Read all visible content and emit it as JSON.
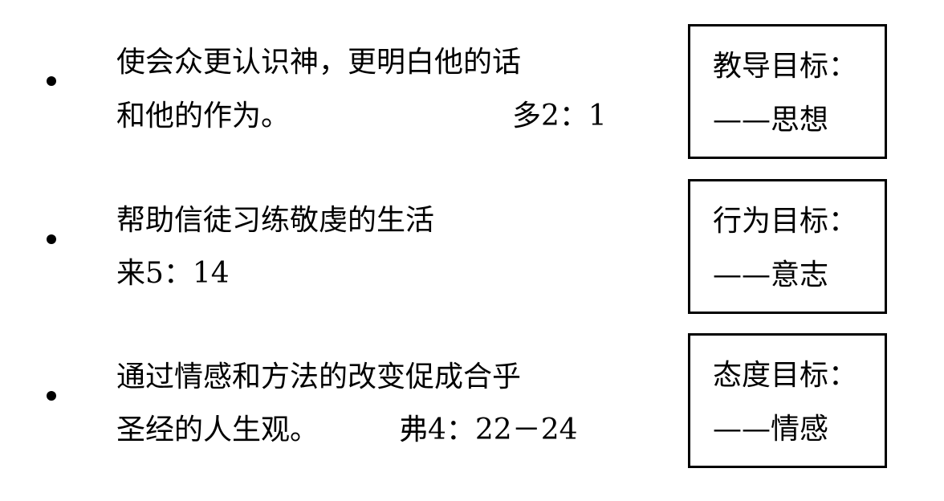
{
  "items": [
    {
      "lines": [
        "使会众更认识神，更明白他的话",
        "和他的作为。"
      ],
      "ref": "多2：1"
    },
    {
      "lines": [
        "帮助信徒习练敬虔的生活",
        "来5：14"
      ],
      "ref": ""
    },
    {
      "lines": [
        "通过情感和方法的改变促成合乎",
        "圣经的人生观。"
      ],
      "ref": "弗4：22－24"
    }
  ],
  "boxes": [
    {
      "title": "教导目标：",
      "sub": "——思想"
    },
    {
      "title": "行为目标：",
      "sub": "——意志"
    },
    {
      "title": "态度目标：",
      "sub": "——情感"
    }
  ]
}
